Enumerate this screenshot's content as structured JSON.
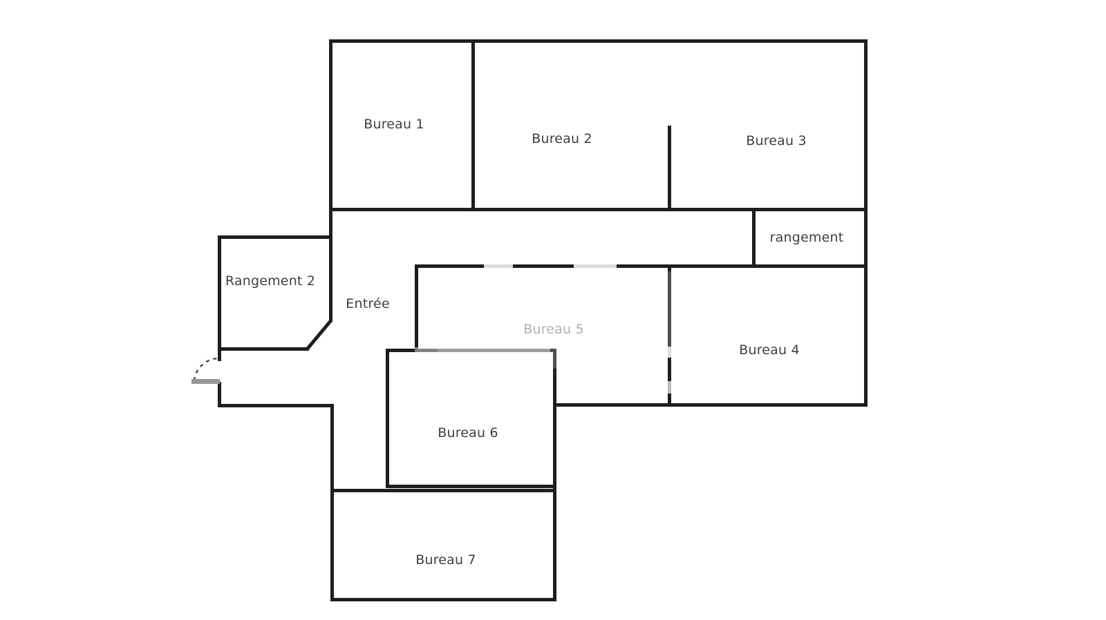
{
  "plan": {
    "title": "floor-plan",
    "colors": {
      "background": "#ffffff",
      "wall": "#1e1e1e",
      "label": "#3f3f3f",
      "faded_label": "#b0b0b0",
      "door": "#979797"
    },
    "rooms": [
      {
        "id": "bureau-1",
        "label": "Bureau 1"
      },
      {
        "id": "bureau-2",
        "label": "Bureau 2"
      },
      {
        "id": "bureau-3",
        "label": "Bureau 3"
      },
      {
        "id": "rangement",
        "label": "rangement"
      },
      {
        "id": "rangement-2",
        "label": "Rangement 2"
      },
      {
        "id": "entree",
        "label": "Entrée"
      },
      {
        "id": "bureau-5",
        "label": "Bureau 5"
      },
      {
        "id": "bureau-4",
        "label": "Bureau 4"
      },
      {
        "id": "bureau-6",
        "label": "Bureau 6"
      },
      {
        "id": "bureau-7",
        "label": "Bureau 7"
      }
    ]
  }
}
